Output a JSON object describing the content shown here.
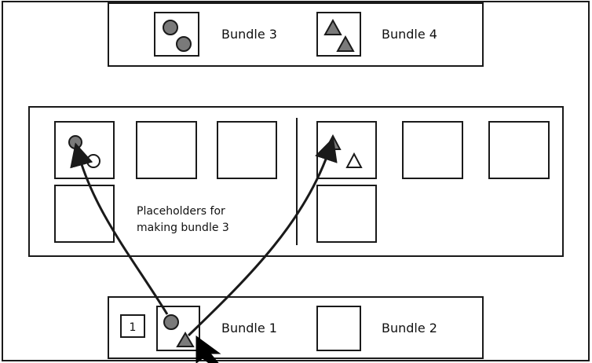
{
  "colors": {
    "stroke": "#1a1a1a",
    "filled_shape": "#7a7a7a",
    "background": "#ffffff"
  },
  "top_bar": {
    "bundles": [
      {
        "label": "Bundle 3",
        "icon": "two-circles-icon"
      },
      {
        "label": "Bundle 4",
        "icon": "two-triangles-icon"
      }
    ]
  },
  "middle_panel": {
    "caption_line1": "Placeholders for",
    "caption_line2": "making bundle 3",
    "left_group": {
      "circle_slot": "filled-circle-and-empty-circle"
    },
    "right_group": {
      "triangle_slot": "filled-triangle-and-empty-triangle"
    }
  },
  "bottom_bar": {
    "count_badge": "1",
    "bundles": [
      {
        "label": "Bundle 1",
        "icon": "circle-and-triangle-icon"
      },
      {
        "label": "Bundle 2",
        "icon": "empty-box-icon"
      }
    ]
  },
  "cursor": {
    "icon": "arrow-cursor-icon"
  }
}
